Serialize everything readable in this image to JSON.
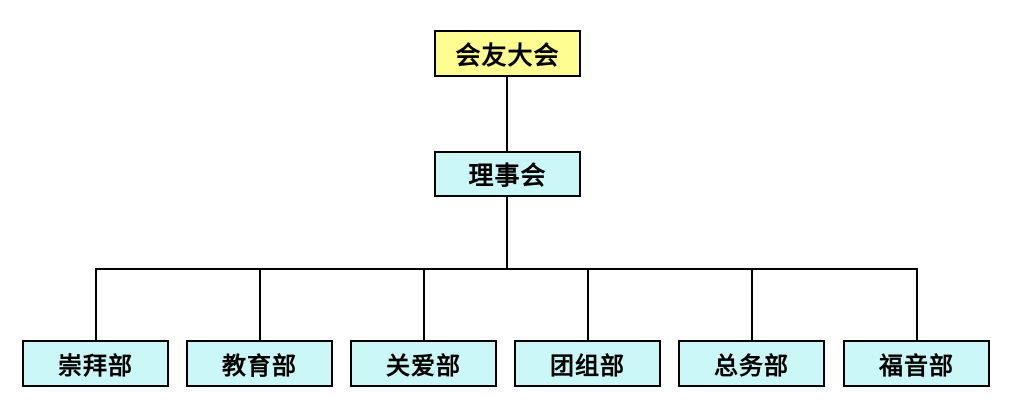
{
  "chart_data": {
    "type": "diagram",
    "subtype": "organization-chart",
    "orientation": "top-down",
    "title": "",
    "colors": {
      "root_fill": "#FCFC90",
      "node_fill": "#CCF7F7",
      "border": "#000000",
      "text": "#000000",
      "background": "#FFFFFF"
    },
    "nodes": [
      {
        "id": "n1",
        "label": "会友大会",
        "level": 1,
        "fill": "#FCFC90"
      },
      {
        "id": "n2",
        "label": "理事会",
        "level": 2,
        "fill": "#CCF7F7"
      },
      {
        "id": "d1",
        "label": "崇拜部",
        "level": 3,
        "fill": "#CCF7F7"
      },
      {
        "id": "d2",
        "label": "教育部",
        "level": 3,
        "fill": "#CCF7F7"
      },
      {
        "id": "d3",
        "label": "关爱部",
        "level": 3,
        "fill": "#CCF7F7"
      },
      {
        "id": "d4",
        "label": "团组部",
        "level": 3,
        "fill": "#CCF7F7"
      },
      {
        "id": "d5",
        "label": "总务部",
        "level": 3,
        "fill": "#CCF7F7"
      },
      {
        "id": "d6",
        "label": "福音部",
        "level": 3,
        "fill": "#CCF7F7"
      }
    ],
    "edges": [
      {
        "from": "n1",
        "to": "n2"
      },
      {
        "from": "n2",
        "to": "d1"
      },
      {
        "from": "n2",
        "to": "d2"
      },
      {
        "from": "n2",
        "to": "d3"
      },
      {
        "from": "n2",
        "to": "d4"
      },
      {
        "from": "n2",
        "to": "d5"
      },
      {
        "from": "n2",
        "to": "d6"
      }
    ]
  },
  "root": {
    "label": "会友大会"
  },
  "board": {
    "label": "理事会"
  },
  "departments": [
    {
      "label": "崇拜部"
    },
    {
      "label": "教育部"
    },
    {
      "label": "关爱部"
    },
    {
      "label": "团组部"
    },
    {
      "label": "总务部"
    },
    {
      "label": "福音部"
    }
  ]
}
